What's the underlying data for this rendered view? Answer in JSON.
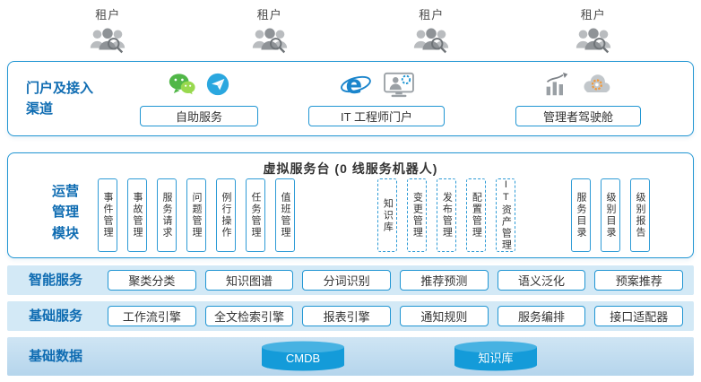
{
  "tenants": [
    "租户",
    "租户",
    "租户",
    "租户"
  ],
  "portal": {
    "title": "门户及接入渠道",
    "channels": [
      {
        "button": "自助服务",
        "icons": [
          "wechat-icon",
          "paper-plane-icon"
        ]
      },
      {
        "button": "IT 工程师门户",
        "icons": [
          "ie-browser-icon",
          "engineer-workstation-icon"
        ]
      },
      {
        "button": "管理者驾驶舱",
        "icons": [
          "bar-chart-trend-icon",
          "cloud-gear-icon"
        ]
      }
    ]
  },
  "ops": {
    "title": "运营管理模块",
    "desk_title": "虚拟服务台 (0 线服务机器人)",
    "process_modules": [
      "事件管理",
      "事故管理",
      "服务请求",
      "问题管理",
      "例行操作",
      "任务管理",
      "值班管理"
    ],
    "dashed_modules": [
      "知识库",
      "变更管理",
      "发布管理",
      "配置管理",
      "IT资产管理"
    ],
    "catalog_modules": [
      "服务目录",
      "级别目录",
      "级别报告"
    ]
  },
  "smart_services": {
    "title": "智能服务",
    "items": [
      "聚类分类",
      "知识图谱",
      "分词识别",
      "推荐预测",
      "语义泛化",
      "预案推荐"
    ]
  },
  "basic_services": {
    "title": "基础服务",
    "items": [
      "工作流引擎",
      "全文检索引擎",
      "报表引擎",
      "通知规则",
      "服务编排",
      "接口适配器"
    ]
  },
  "basic_data": {
    "title": "基础数据",
    "items": [
      "CMDB",
      "知识库"
    ]
  },
  "colors": {
    "accent_blue": "#2196d3",
    "title_blue": "#0f6cb2",
    "band_bg": "#d3e9f6",
    "data_band_bg": "#b5d5ec",
    "cylinder_body": "#149bd9",
    "cylinder_top": "#47b2e2",
    "icon_gray": "#9aa0a5",
    "wechat_green": "#51b748",
    "gear_orange": "#f2993a"
  }
}
